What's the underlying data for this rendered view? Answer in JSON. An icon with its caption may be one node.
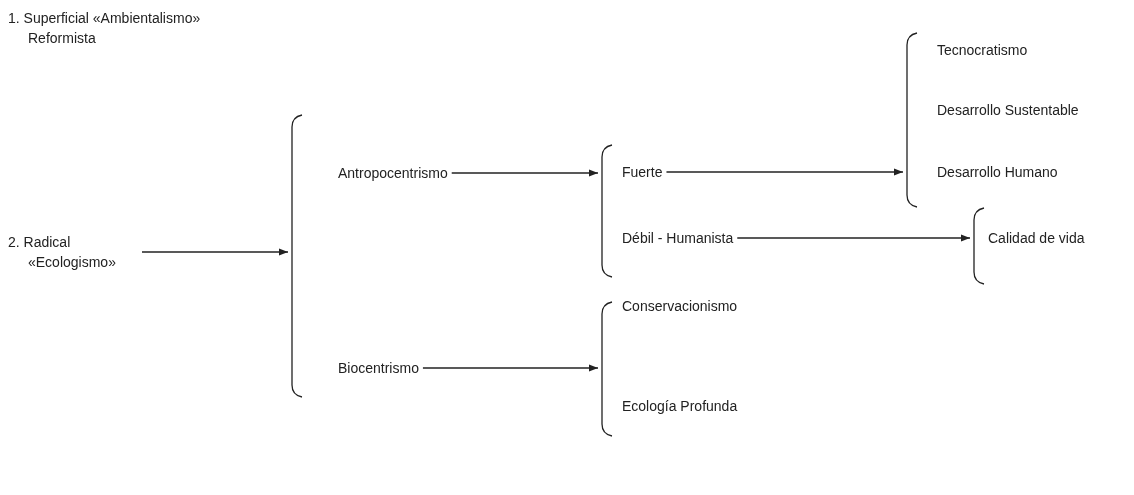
{
  "diagram": {
    "nodes": [
      {
        "text": [
          "1. Superficial «Ambientalismo» Reformista"
        ]
      },
      {
        "text": [
          "2. Radical «Ecologismo»"
        ]
      },
      {
        "text": [],
        "shape": "bracket"
      },
      {
        "text": [
          "Antropocentrismo"
        ],
        "in": 2
      },
      {
        "text": [
          "Biocentrismo"
        ],
        "in": 2
      },
      {
        "text": [],
        "shape": "bracket"
      },
      {
        "text": [
          "Fuerte"
        ],
        "in": 5
      },
      {
        "text": [
          "Débil - Humanista"
        ],
        "in": 5
      },
      {
        "text": [],
        "shape": "bracket"
      },
      {
        "text": [
          "Tecnocratismo"
        ],
        "in": 8
      },
      {
        "text": [
          "Desarrollo Sustentable"
        ],
        "in": 8
      },
      {
        "text": [
          "Desarrollo Humano"
        ],
        "in": 8
      },
      {
        "text": [],
        "shape": "bracket"
      },
      {
        "text": [
          "Calidad de vida"
        ],
        "in": 12
      },
      {
        "text": [],
        "shape": "bracket"
      },
      {
        "text": [
          "Conservacionismo"
        ],
        "in": 14
      },
      {
        "text": [
          "Ecología Profunda"
        ],
        "in": 14
      }
    ],
    "edges": [
      {
        "from": 1,
        "to": 2,
        "arrow": "to"
      },
      {
        "from": 3,
        "to": 5,
        "arrow": "to"
      },
      {
        "from": 6,
        "to": 8,
        "arrow": "to"
      },
      {
        "from": 7,
        "to": 12,
        "arrow": "to"
      },
      {
        "from": 4,
        "to": 14,
        "arrow": "to"
      }
    ]
  }
}
